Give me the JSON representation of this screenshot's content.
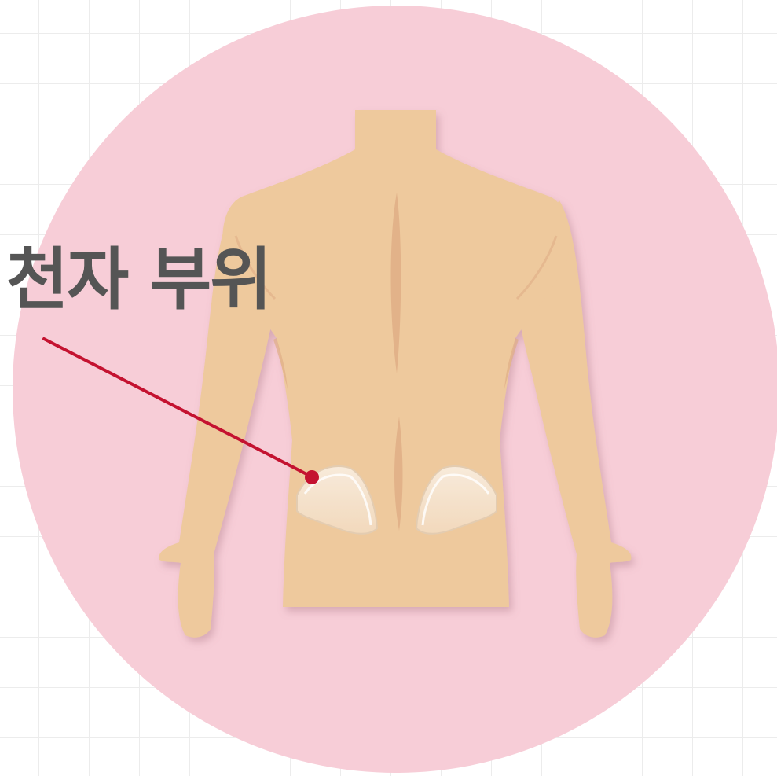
{
  "diagram": {
    "label": "천자 부위",
    "colors": {
      "background_circle": "#f7cdd7",
      "skin": "#eec99d",
      "skin_shade": "#dfae86",
      "patch_fill": "#f6e6d2",
      "pointer": "#c41230",
      "label_text": "#555555"
    },
    "icons": [
      "human-back-figure",
      "kidney-patch-icon",
      "pointer-line"
    ]
  }
}
